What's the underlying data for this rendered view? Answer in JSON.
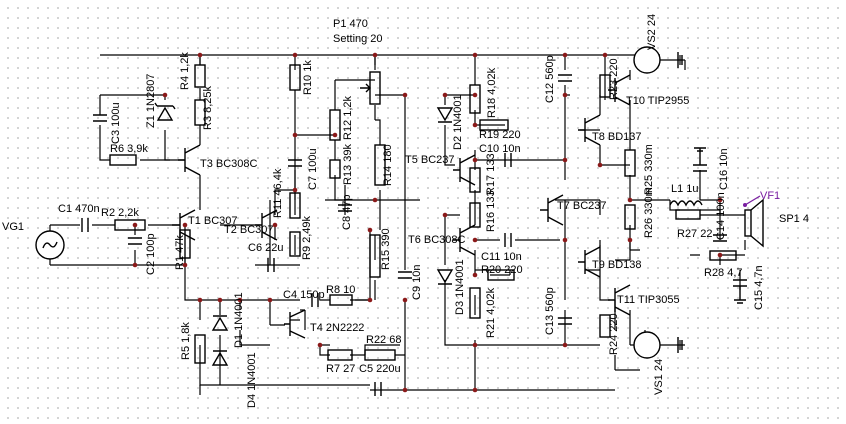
{
  "labels": {
    "vg1": "VG1",
    "c1": "C1 470n",
    "r2": "R2 2,2k",
    "t1": "T1 BC307",
    "c2": "C2 100p",
    "r1": "R1 47k",
    "c3": "C3 100u",
    "z1": "Z1 1N2807",
    "r6c": "R6 3,9k",
    "r4": "R4 1,2k",
    "r3": "R3 8,25k",
    "t3": "T3 BC308C",
    "t2": "T2 BC307",
    "r11": "R11 46,4k",
    "c6": "C6 22u",
    "r9": "R9 2,49k",
    "r10": "R10 1k",
    "p1": "P1 470",
    "setting": "Setting 20",
    "r12": "R12 1,2k",
    "r13": "R13 39k",
    "c7": "C7 100u",
    "c8": "C8 47p",
    "r14": "R14 180",
    "r15": "R15 390",
    "c9": "C9 10n",
    "r8": "R8 10",
    "c4": "C4 150p",
    "t4": "T4 2N2222",
    "r7": "R7 27",
    "r22": "R22 68",
    "c5": "C5 220u",
    "r5": "R5 1,8k",
    "d1": "D1 1N4001",
    "d4": "D4 1N4001",
    "d2": "D2 1N4001",
    "d3": "D3 1N4001",
    "t5": "T5 BC237",
    "t6": "T6 BC308C",
    "r18": "R18 4,02k",
    "r19": "R19 220",
    "c10": "C10 10n",
    "r17": "R17 133",
    "r16": "R16 133",
    "c11": "C11 10n",
    "r20": "R20 220",
    "r21": "R21 4,02k",
    "c12": "C12 560p",
    "c13": "C13 560p",
    "t7": "T7 BC237",
    "t8": "T8 BD137",
    "t9": "T9 BD138",
    "r23": "R23 220",
    "r24": "R24 220",
    "t10": "T10 TIP2955",
    "t11": "T11 TIP3055",
    "r25": "R25 330m",
    "r26": "R26 330m",
    "vs2": "VS2 24",
    "vs1": "VS1 24",
    "l1": "L1 1u",
    "c16": "C16 10n",
    "r27": "R27 22",
    "c14": "C14 100n",
    "r28": "R28 4,7",
    "c15": "C15 4,7n",
    "vf1": "VF1",
    "sp1": "SP1 4"
  },
  "colors": {
    "wire": "#000000",
    "node": "#8b1a1a",
    "probe": "#7a1fa2",
    "grid": "#c9c9c9"
  }
}
